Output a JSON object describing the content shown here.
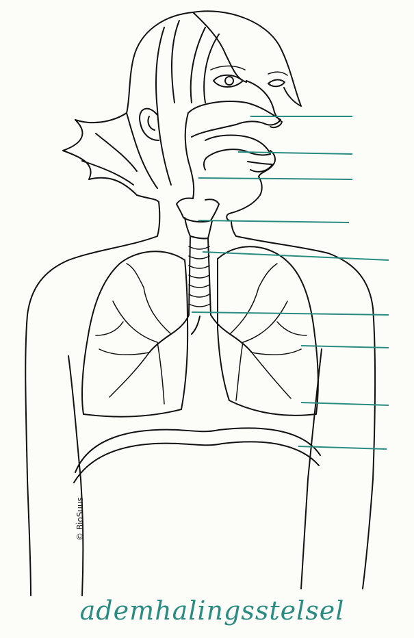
{
  "title": "ademhalingsstelsel",
  "credit": "© BioSuus",
  "colors": {
    "label_line": "#2a8c80",
    "ink": "#111111",
    "title": "#2a8c80"
  },
  "label_lines": [
    {
      "target": "nasal-cavity"
    },
    {
      "target": "mouth-cavity"
    },
    {
      "target": "throat"
    },
    {
      "target": "larynx"
    },
    {
      "target": "trachea"
    },
    {
      "target": "bronchi"
    },
    {
      "target": "bronchioles"
    },
    {
      "target": "lung"
    },
    {
      "target": "diaphragm"
    }
  ]
}
